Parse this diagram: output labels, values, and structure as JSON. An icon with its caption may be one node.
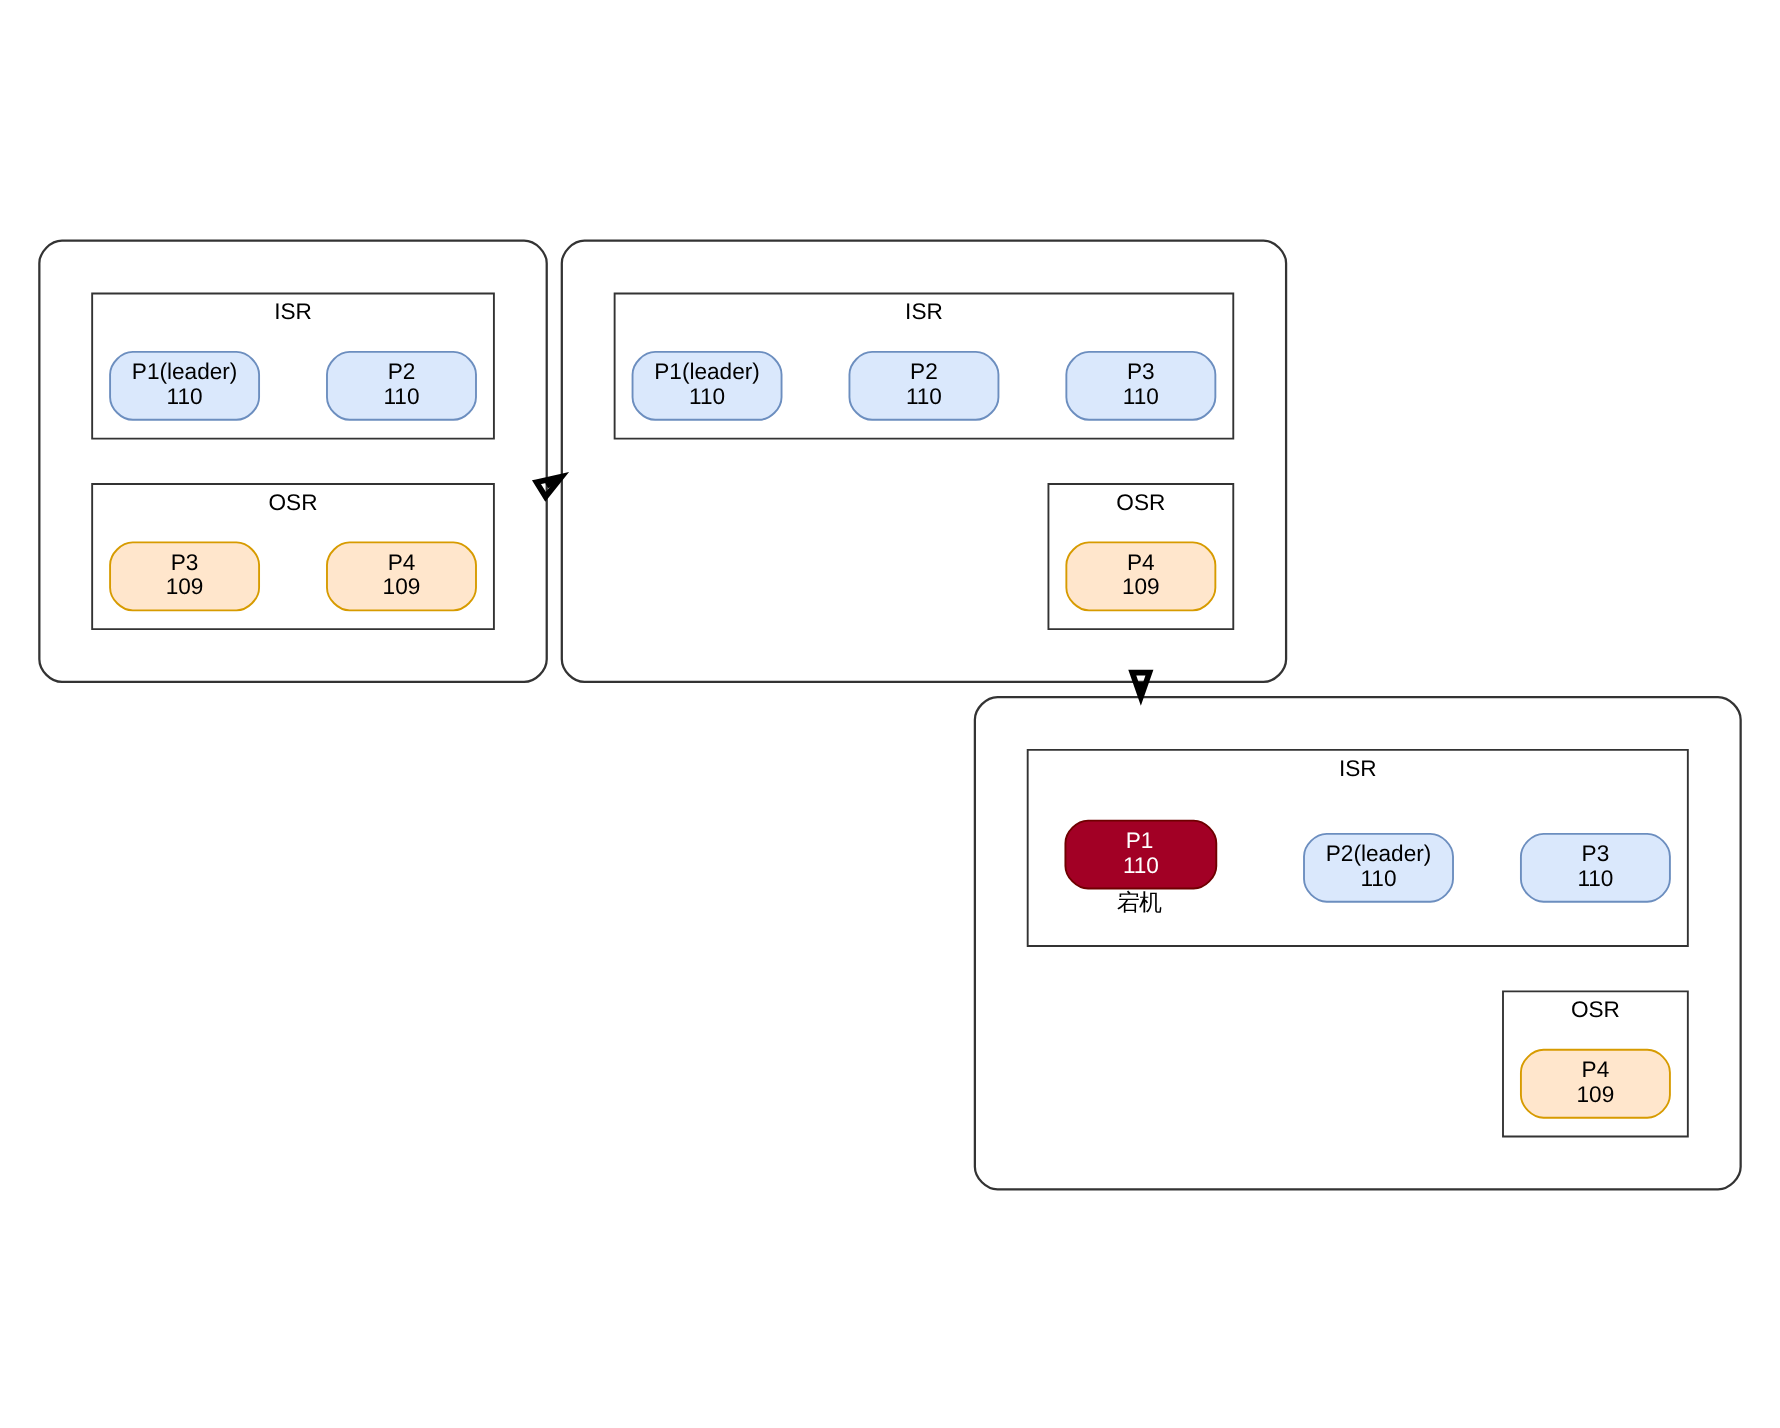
{
  "diagram": {
    "nodes": [
      {
        "text": [],
        "shape": "box"
      },
      {
        "text": [
          "ISR"
        ],
        "in": 0
      },
      {
        "text": [
          "P1(leader)",
          "110"
        ],
        "in": 1
      },
      {
        "text": [
          "P2",
          "110"
        ],
        "in": 1
      },
      {
        "text": [
          "OSR"
        ],
        "in": 0
      },
      {
        "text": [
          "P3",
          "109"
        ],
        "in": 4
      },
      {
        "text": [
          "P4",
          "109"
        ],
        "in": 4
      },
      {
        "text": [],
        "shape": "box"
      },
      {
        "text": [
          "ISR"
        ],
        "in": 7
      },
      {
        "text": [
          "P1(leader)",
          "110"
        ],
        "in": 8
      },
      {
        "text": [
          "P2",
          "110"
        ],
        "in": 8
      },
      {
        "text": [
          "P3",
          "110"
        ],
        "in": 8
      },
      {
        "text": [
          "OSR"
        ],
        "in": 7
      },
      {
        "text": [
          "P4",
          "109"
        ],
        "in": 12
      },
      {
        "text": [],
        "shape": "box"
      },
      {
        "text": [
          "ISR"
        ],
        "in": 14
      },
      {
        "text": [
          "P1",
          "110"
        ],
        "in": 15,
        "beside": [
          "宕机"
        ]
      },
      {
        "text": [
          "P2(leader)",
          "110"
        ],
        "in": 15
      },
      {
        "text": [
          "P3",
          "110"
        ],
        "in": 15
      },
      {
        "text": [
          "OSR"
        ],
        "in": 14
      },
      {
        "text": [
          "P4",
          "109"
        ],
        "in": 19
      }
    ],
    "edges": [
      {
        "from": 0,
        "to": 7,
        "arrow": "to"
      },
      {
        "from": 7,
        "to": 14,
        "arrow": "to"
      }
    ]
  }
}
